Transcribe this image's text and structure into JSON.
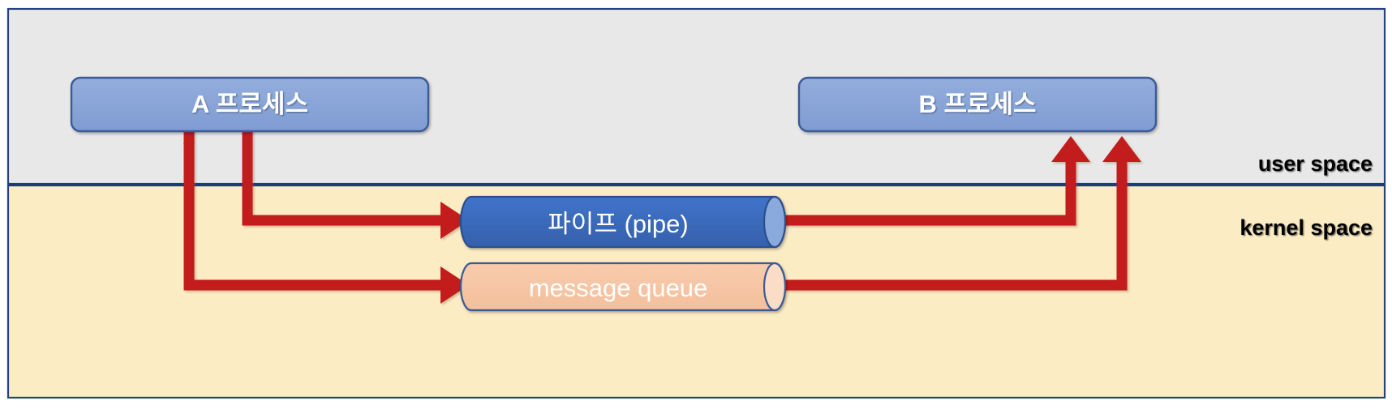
{
  "diagram": {
    "title": "IPC: pipe and message queue between processes",
    "colors": {
      "frame_border": "#27417c",
      "user_space_fill": "#e8e8e8",
      "kernel_space_fill": "#fcecc4",
      "process_box_fill": "#8aa6d8",
      "process_box_border": "#3a5a96",
      "pipe_fill": "#3b6cbf",
      "pipe_border": "#2b4f8c",
      "pipe_cap_fill": "#8aaade",
      "queue_fill": "#f7c5a4",
      "queue_border": "#3a5a96",
      "queue_cap_fill": "#fbdcc6",
      "arrow_red": "#c21a1a",
      "label_text": "#000000",
      "box_text": "#ffffff"
    },
    "regions": [
      {
        "id": "user-space",
        "label": "user space"
      },
      {
        "id": "kernel-space",
        "label": "kernel space"
      }
    ],
    "nodes": [
      {
        "id": "process-a",
        "label": "A 프로세스",
        "shape": "rounded-rect",
        "region": "user space"
      },
      {
        "id": "process-b",
        "label": "B 프로세스",
        "shape": "rounded-rect",
        "region": "user space"
      },
      {
        "id": "pipe",
        "label": "파이프 (pipe)",
        "shape": "cylinder",
        "region": "kernel space"
      },
      {
        "id": "message-queue",
        "label": "message queue",
        "shape": "cylinder",
        "region": "kernel space"
      }
    ],
    "edges": [
      {
        "id": "edge-a-to-pipe",
        "from": "process-a",
        "to": "pipe",
        "color": "#c21a1a"
      },
      {
        "id": "edge-pipe-to-b",
        "from": "pipe",
        "to": "process-b",
        "color": "#c21a1a"
      },
      {
        "id": "edge-a-to-queue",
        "from": "process-a",
        "to": "message-queue",
        "color": "#c21a1a"
      },
      {
        "id": "edge-queue-to-b",
        "from": "message-queue",
        "to": "process-b",
        "color": "#c21a1a"
      },
      {
        "id": "edge-queue-to-a",
        "from": "message-queue",
        "to": "process-a",
        "color": "#c21a1a"
      }
    ]
  }
}
